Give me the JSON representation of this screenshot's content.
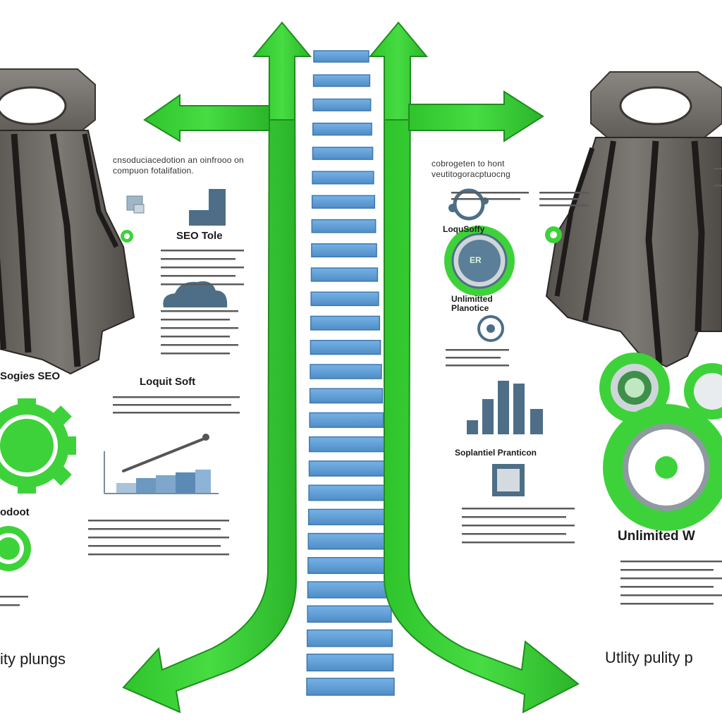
{
  "colors": {
    "background": "#ffffff",
    "arrow_green": "#3dd23a",
    "arrow_green_dark": "#26a326",
    "step_blue": "#5b9bd5",
    "step_blue_dark": "#3f78ad",
    "icon_slate": "#4d6e86",
    "tower_stone": "#6e6a65",
    "tower_dark": "#2d2a28",
    "text_dark": "#1a1a1a"
  },
  "left_column": {
    "intro_text": "cnsoduciacedotion an oinfrooo on compuon fotalifation.",
    "tile_caption": "SEO Tole",
    "bar_label": "Sogies SEO",
    "product_title": "Loquit Soft",
    "gear_caption": "odoot",
    "footer_caption": "ity plungs"
  },
  "right_column": {
    "intro_text": "cobrogeten to hont veutitogoracptuocng",
    "brand_name": "LoquSoffy",
    "brand_badge": "ER",
    "feature_title": "Unlimitted Planotice",
    "chart_caption": "Soplantiel Pranticon",
    "unlimited_title": "Unlimited W",
    "footer_caption": "Utlity pulity p"
  },
  "ladder": {
    "step_count": 27
  },
  "icons": {
    "top_left_arrow": "arrow-left-icon",
    "top_right_arrow": "arrow-right-icon",
    "bottom_left_arrow": "arrow-down-left-icon",
    "bottom_right_arrow": "arrow-down-right-icon",
    "cloud": "cloud-icon",
    "gear": "gear-icon",
    "bar_chart": "bar-chart-icon",
    "document": "document-icon",
    "tower": "tower-pillar-icon"
  }
}
